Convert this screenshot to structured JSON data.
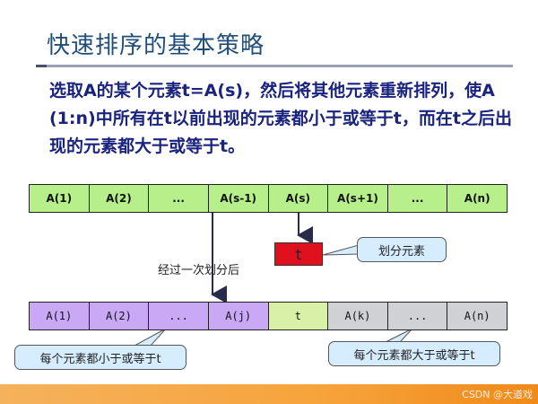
{
  "title": "快速排序的基本策略",
  "description": "选取A的某个元素t=A(s)，然后将其他元素重新排列，使A(1:n)中所有在t以前出现的元素都小于或等于t，而在t之后出现的元素都大于或等于t。",
  "row_before": [
    "A(1)",
    "A(2)",
    "...",
    "A(s-1)",
    "A(s)",
    "A(s+1)",
    "...",
    "A(n)"
  ],
  "row_after": [
    "A(1)",
    "A(2)",
    "...",
    "A(j)",
    "t",
    "A(k)",
    "...",
    "A(n)"
  ],
  "pivot": "t",
  "labels": {
    "pivot_callout": "划分元素",
    "partition_step": "经过一次划分后",
    "left_callout": "每个元素都小于或等于t",
    "right_callout": "每个元素都大于或等于t"
  },
  "watermark": "CSDN @大道戏",
  "colors": {
    "title": "#1f4e79",
    "body_text": "#1a237e",
    "row_before": "#b7f08a",
    "smaller_region": "#c9a8f5",
    "pivot_cell": "#d8f1a6",
    "larger_region": "#cfd1d4",
    "pivot_box": "#e0111f",
    "callout_fill": "#d6ecff",
    "footer": "#f6a33b"
  }
}
